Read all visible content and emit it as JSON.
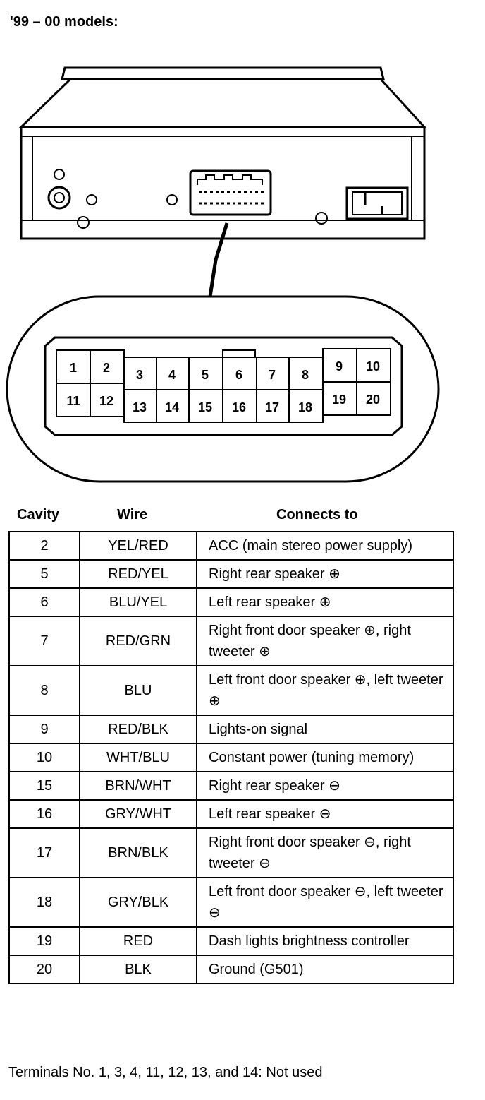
{
  "title": "'99 – 00 models:",
  "connector_pins": {
    "top_row": [
      "1",
      "2",
      "3",
      "4",
      "5",
      "6",
      "7",
      "8",
      "9",
      "10"
    ],
    "bottom_row": [
      "11",
      "12",
      "13",
      "14",
      "15",
      "16",
      "17",
      "18",
      "19",
      "20"
    ]
  },
  "table": {
    "headers": {
      "cavity": "Cavity",
      "wire": "Wire",
      "connects": "Connects to"
    },
    "rows": [
      {
        "cavity": "2",
        "wire": "YEL/RED",
        "connects": "ACC (main stereo power supply)"
      },
      {
        "cavity": "5",
        "wire": "RED/YEL",
        "connects": "Right rear speaker ⊕"
      },
      {
        "cavity": "6",
        "wire": "BLU/YEL",
        "connects": "Left rear speaker ⊕"
      },
      {
        "cavity": "7",
        "wire": "RED/GRN",
        "connects": "Right front door speaker ⊕, right tweeter ⊕"
      },
      {
        "cavity": "8",
        "wire": "BLU",
        "connects": "Left front door speaker ⊕, left tweeter ⊕"
      },
      {
        "cavity": "9",
        "wire": "RED/BLK",
        "connects": "Lights-on signal"
      },
      {
        "cavity": "10",
        "wire": "WHT/BLU",
        "connects": "Constant power (tuning memory)"
      },
      {
        "cavity": "15",
        "wire": "BRN/WHT",
        "connects": "Right rear speaker ⊖"
      },
      {
        "cavity": "16",
        "wire": "GRY/WHT",
        "connects": "Left rear speaker ⊖"
      },
      {
        "cavity": "17",
        "wire": "BRN/BLK",
        "connects": "Right front door speaker ⊖, right tweeter ⊖"
      },
      {
        "cavity": "18",
        "wire": "GRY/BLK",
        "connects": "Left front door speaker ⊖, left tweeter ⊖"
      },
      {
        "cavity": "19",
        "wire": "RED",
        "connects": "Dash lights brightness controller"
      },
      {
        "cavity": "20",
        "wire": "BLK",
        "connects": "Ground (G501)"
      }
    ]
  },
  "footer": "Terminals No. 1, 3, 4, 11, 12, 13, and 14: Not used"
}
